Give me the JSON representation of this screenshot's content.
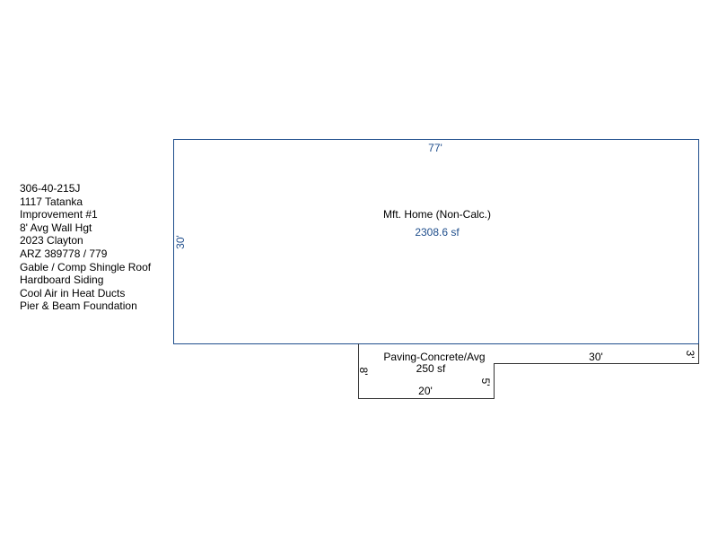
{
  "property_info": [
    "306-40-215J",
    "1117 Tatanka",
    "Improvement #1",
    "8' Avg Wall Hgt",
    "2023 Clayton",
    "ARZ 389778 / 779",
    "Gable / Comp Shingle Roof",
    "Hardboard Siding",
    "Cool Air in Heat Ducts",
    "Pier & Beam Foundation"
  ],
  "home": {
    "label": "Mft. Home (Non-Calc.)",
    "area": "2308.6 sf",
    "top_dimension": "77'",
    "left_dimension": "30'",
    "color": "#1f4e8c"
  },
  "paving": {
    "label": "Paving-Concrete/Avg",
    "area": "250 sf",
    "long_dimension": "30'",
    "short_right_dimension": "3'",
    "left_dimension": "8'",
    "bottom_dimension": "20'",
    "step_dimension": "5'",
    "color": "#333333"
  }
}
